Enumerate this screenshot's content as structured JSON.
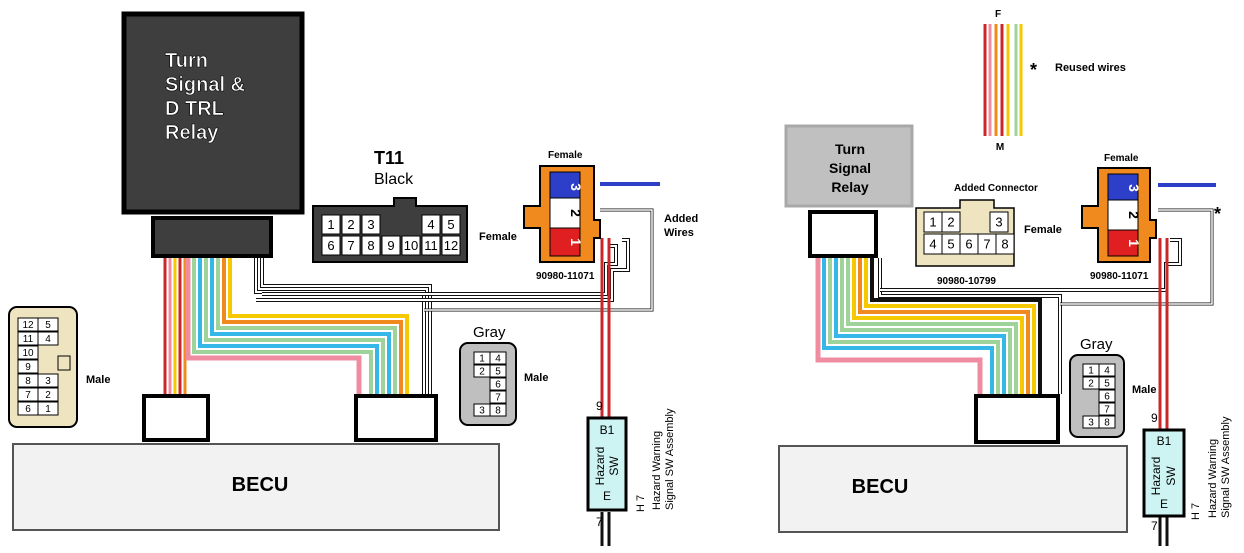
{
  "left": {
    "relay_label_lines": [
      "Turn",
      "Signal &",
      "D TRL",
      "Relay"
    ],
    "t11": {
      "title": "T11",
      "subtitle": "Black",
      "gender": "Female",
      "pins": [
        "1",
        "2",
        "3",
        "4",
        "5",
        "6",
        "7",
        "8",
        "9",
        "10",
        "11",
        "12"
      ]
    },
    "male_connector": {
      "gender": "Male",
      "pins": [
        "12",
        "5",
        "11",
        "4",
        "10",
        "9",
        "8",
        "3",
        "7",
        "2",
        "6",
        "1"
      ]
    },
    "orange_connector": {
      "gender": "Female",
      "part_number": "90980-11071",
      "pins": [
        "3",
        "2",
        "1"
      ]
    },
    "added_wires_lines": [
      "Added",
      "Wires"
    ],
    "gray_connector": {
      "title": "Gray",
      "gender": "Male",
      "pins": [
        "1",
        "4",
        "2",
        "5",
        "6",
        "7",
        "3",
        "8"
      ]
    },
    "hazard": {
      "pin_top": "9",
      "pin_bottom": "7",
      "label_top": "B1",
      "label_mid": [
        "Hazard",
        "SW"
      ],
      "label_bottom": "E",
      "side_code": "H 7",
      "side_lines": [
        "Hazard Warning",
        "Signal SW Assembly"
      ]
    },
    "becu_label": "BECU"
  },
  "right": {
    "wire_top": "F",
    "wire_bottom": "M",
    "asterisk": "*",
    "reused_label": "Reused wires",
    "relay_label_lines": [
      "Turn",
      "Signal",
      "Relay"
    ],
    "added_connector": {
      "title": "Added Connector",
      "gender": "Female",
      "part_number": "90980-10799",
      "pins": [
        "1",
        "2",
        "3",
        "4",
        "5",
        "6",
        "7",
        "8"
      ]
    },
    "orange_connector": {
      "gender": "Female",
      "part_number": "90980-11071",
      "pins": [
        "3",
        "2",
        "1"
      ]
    },
    "asterisk2": "*",
    "gray_connector": {
      "title": "Gray",
      "gender": "Male",
      "pins": [
        "1",
        "4",
        "2",
        "5",
        "6",
        "7",
        "3",
        "8"
      ]
    },
    "hazard": {
      "pin_top": "9",
      "pin_bottom": "7",
      "label_top": "B1",
      "label_mid": [
        "Hazard",
        "SW"
      ],
      "label_bottom": "E",
      "side_code": "H 7",
      "side_lines": [
        "Hazard Warning",
        "Signal SW Assembly"
      ]
    },
    "becu_label": "BECU"
  },
  "colors": {
    "red": "#c8282a",
    "pink": "#f08ca0",
    "yellow": "#f5c800",
    "orange": "#f08a1e",
    "green": "#9ed39a",
    "cyan": "#35b8e8",
    "tan": "#efe4c0",
    "blue": "#2d3fc8",
    "relay_dark": "#3e3e3e",
    "relay_gray": "#c0c0c0",
    "hazard_fill": "#cdf3f3"
  }
}
